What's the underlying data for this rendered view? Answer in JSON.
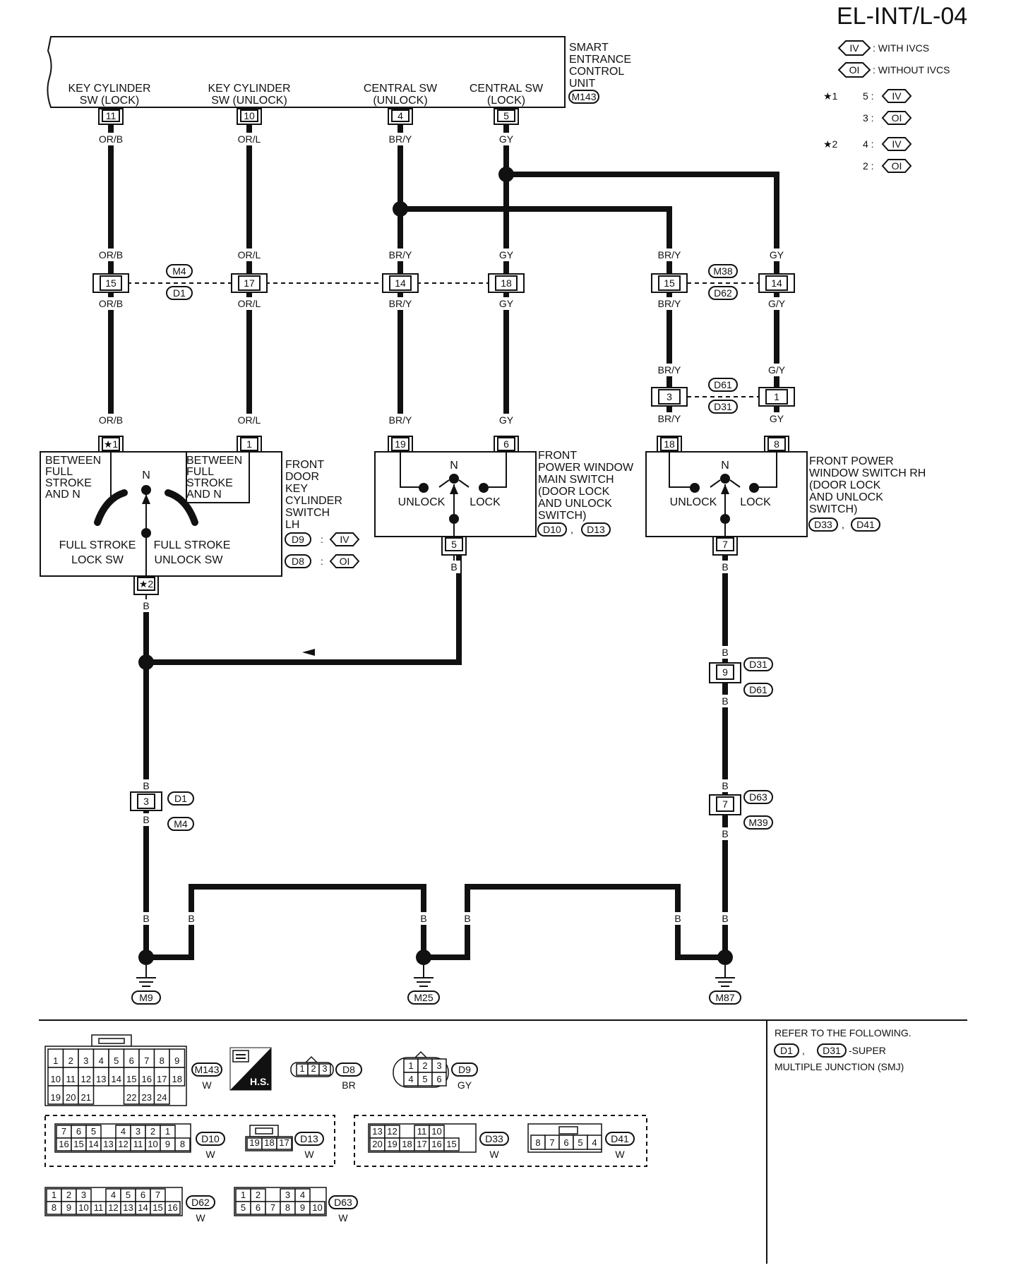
{
  "page": {
    "code": "EL-INT/L-04"
  },
  "legend": {
    "iv_label": "IV",
    "iv_text": ": WITH IVCS",
    "oi_label": "OI",
    "oi_text": ": WITHOUT IVCS",
    "star1": "★1",
    "star1_a_num": "5 :",
    "star1_a_tag": "IV",
    "star1_b_num": "3 :",
    "star1_b_tag": "OI",
    "star2": "★2",
    "star2_a_num": "4 :",
    "star2_a_tag": "IV",
    "star2_b_num": "2 :",
    "star2_b_tag": "OI"
  },
  "unit": {
    "name_lines": [
      "SMART",
      "ENTRANCE",
      "CONTROL",
      "UNIT"
    ],
    "connector": "M143",
    "terminals": [
      {
        "label_lines": [
          "KEY CYLINDER",
          "SW (LOCK)"
        ],
        "pin": "11",
        "wire": "OR/B"
      },
      {
        "label_lines": [
          "KEY CYLINDER",
          "SW (UNLOCK)"
        ],
        "pin": "10",
        "wire": "OR/L"
      },
      {
        "label_lines": [
          "CENTRAL SW",
          "(UNLOCK)"
        ],
        "pin": "4",
        "wire": "BR/Y"
      },
      {
        "label_lines": [
          "CENTRAL SW",
          "(LOCK)"
        ],
        "pin": "5",
        "wire": "GY"
      }
    ]
  },
  "joint_m4_d1": {
    "top_tag": "M4",
    "bottom_tag": "D1",
    "pins": [
      {
        "pin": "15",
        "wire_top": "OR/B",
        "wire_bottom": "OR/B"
      },
      {
        "pin": "17",
        "wire_top": "OR/L",
        "wire_bottom": "OR/L"
      },
      {
        "pin": "14",
        "wire_top": "BR/Y",
        "wire_bottom": "BR/Y"
      },
      {
        "pin": "18",
        "wire_top": "GY",
        "wire_bottom": "GY"
      }
    ]
  },
  "joint_m38_d62": {
    "top_tag": "M38",
    "bottom_tag": "D62",
    "pins": [
      {
        "pin": "15",
        "wire_top": "BR/Y",
        "wire_bottom": "BR/Y"
      },
      {
        "pin": "14",
        "wire_top": "GY",
        "wire_bottom": "G/Y"
      }
    ]
  },
  "joint_d61_d31": {
    "top_tag": "D61",
    "bottom_tag": "D31",
    "pins": [
      {
        "pin": "3",
        "wire_top": "BR/Y",
        "wire_bottom": "BR/Y"
      },
      {
        "pin": "1",
        "wire_top": "G/Y",
        "wire_bottom": "GY"
      }
    ]
  },
  "key_switch": {
    "pin_a": "★1",
    "pin_a_wire": "OR/B",
    "pin_b": "1",
    "pin_b_wire": "OR/L",
    "left_text": [
      "BETWEEN",
      "FULL",
      "STROKE",
      "AND N"
    ],
    "right_text": [
      "BETWEEN",
      "FULL",
      "STROKE",
      "AND N"
    ],
    "n_label": "N",
    "lock_text": [
      "FULL STROKE",
      "LOCK SW"
    ],
    "unlock_text": [
      "FULL STROKE",
      "UNLOCK SW"
    ],
    "name_lines": [
      "FRONT",
      "DOOR",
      "KEY",
      "CYLINDER",
      "SWITCH",
      "LH"
    ],
    "conn1": "D9",
    "conn1_tag": "IV",
    "conn2": "D8",
    "conn2_tag": "OI",
    "sep": ":",
    "ground_pin": "★2",
    "ground_wire": "B"
  },
  "main_switch": {
    "pin_a": "19",
    "pin_a_wire": "BR/Y",
    "pin_b": "6",
    "pin_b_wire": "GY",
    "n_label": "N",
    "unlock": "UNLOCK",
    "lock": "LOCK",
    "name_lines": [
      "FRONT",
      "POWER WINDOW",
      "MAIN SWITCH",
      "(DOOR LOCK",
      "AND UNLOCK",
      "SWITCH)"
    ],
    "conn1": "D10",
    "conn2": "D13",
    "sep": ",",
    "ground_pin": "5",
    "ground_wire": "B"
  },
  "rh_switch": {
    "pin_a": "18",
    "pin_a_wire": "BR/Y",
    "pin_b": "8",
    "pin_b_wire": "GY",
    "n_label": "N",
    "unlock": "UNLOCK",
    "lock": "LOCK",
    "name_lines": [
      "FRONT POWER",
      "WINDOW SWITCH RH",
      "(DOOR LOCK",
      "AND UNLOCK",
      "SWITCH)"
    ],
    "conn1": "D33",
    "conn2": "D41",
    "sep": ",",
    "ground_pin": "7",
    "ground_wire": "B"
  },
  "ground_path": {
    "left_joint": {
      "pin": "3",
      "top_tag": "D1",
      "bottom_tag": "M4",
      "wire_top": "B",
      "wire_bottom": "B"
    },
    "right_joint1": {
      "pin": "9",
      "top_tag": "D31",
      "bottom_tag": "D61",
      "wire_top": "B",
      "wire_bottom": "B"
    },
    "right_joint2": {
      "pin": "7",
      "top_tag": "D63",
      "bottom_tag": "M39",
      "wire_top": "B",
      "wire_bottom": "B"
    },
    "wire_b": "B",
    "grounds": [
      "M9",
      "M25",
      "M87"
    ]
  },
  "connector_views": {
    "m143": {
      "rows": [
        [
          "1",
          "2",
          "3",
          "4",
          "5",
          "6",
          "7",
          "8",
          "9"
        ],
        [
          "10",
          "11",
          "12",
          "13",
          "14",
          "15",
          "16",
          "17",
          "18"
        ],
        [
          "19",
          "20",
          "21",
          "",
          "",
          "22",
          "23",
          "24"
        ]
      ],
      "tag": "M143",
      "color": "W"
    },
    "hs": "H.S.",
    "d8": {
      "pins": [
        "1",
        "2",
        "3"
      ],
      "tag": "D8",
      "color": "BR"
    },
    "d9": {
      "rows": [
        [
          "1",
          "2",
          "3"
        ],
        [
          "4",
          "5",
          "6"
        ]
      ],
      "tag": "D9",
      "color": "GY"
    },
    "d10": {
      "rows": [
        [
          "7",
          "6",
          "5",
          "",
          "4",
          "3",
          "2",
          "1"
        ],
        [
          "16",
          "15",
          "14",
          "13",
          "12",
          "11",
          "10",
          "9",
          "8"
        ]
      ],
      "tag": "D10",
      "color": "W"
    },
    "d13": {
      "pins": [
        "19",
        "18",
        "17"
      ],
      "tag": "D13",
      "color": "W"
    },
    "d33": {
      "rows": [
        [
          "13",
          "12",
          "",
          "11",
          "10",
          ""
        ],
        [
          "20",
          "19",
          "18",
          "17",
          "16",
          "15",
          ""
        ]
      ],
      "tag": "D33",
      "color": "W"
    },
    "d41": {
      "pins": [
        "8",
        "7",
        "6",
        "5",
        "4"
      ],
      "tag": "D41",
      "color": "W"
    },
    "d62": {
      "rows": [
        [
          "1",
          "2",
          "3",
          "",
          "4",
          "5",
          "6",
          "7"
        ],
        [
          "8",
          "9",
          "10",
          "11",
          "12",
          "13",
          "14",
          "15",
          "16"
        ]
      ],
      "tag": "D62",
      "color": "W"
    },
    "d63": {
      "rows": [
        [
          "1",
          "2",
          "",
          "3",
          "4"
        ],
        [
          "5",
          "6",
          "7",
          "8",
          "9",
          "10"
        ]
      ],
      "tag": "D63",
      "color": "W"
    }
  },
  "refer": {
    "line1": "REFER TO THE FOLLOWING.",
    "tag1": "D1",
    "comma": ",",
    "tag2": "D31",
    "suffix": "-SUPER",
    "line3": "MULTIPLE JUNCTION (SMJ)"
  }
}
